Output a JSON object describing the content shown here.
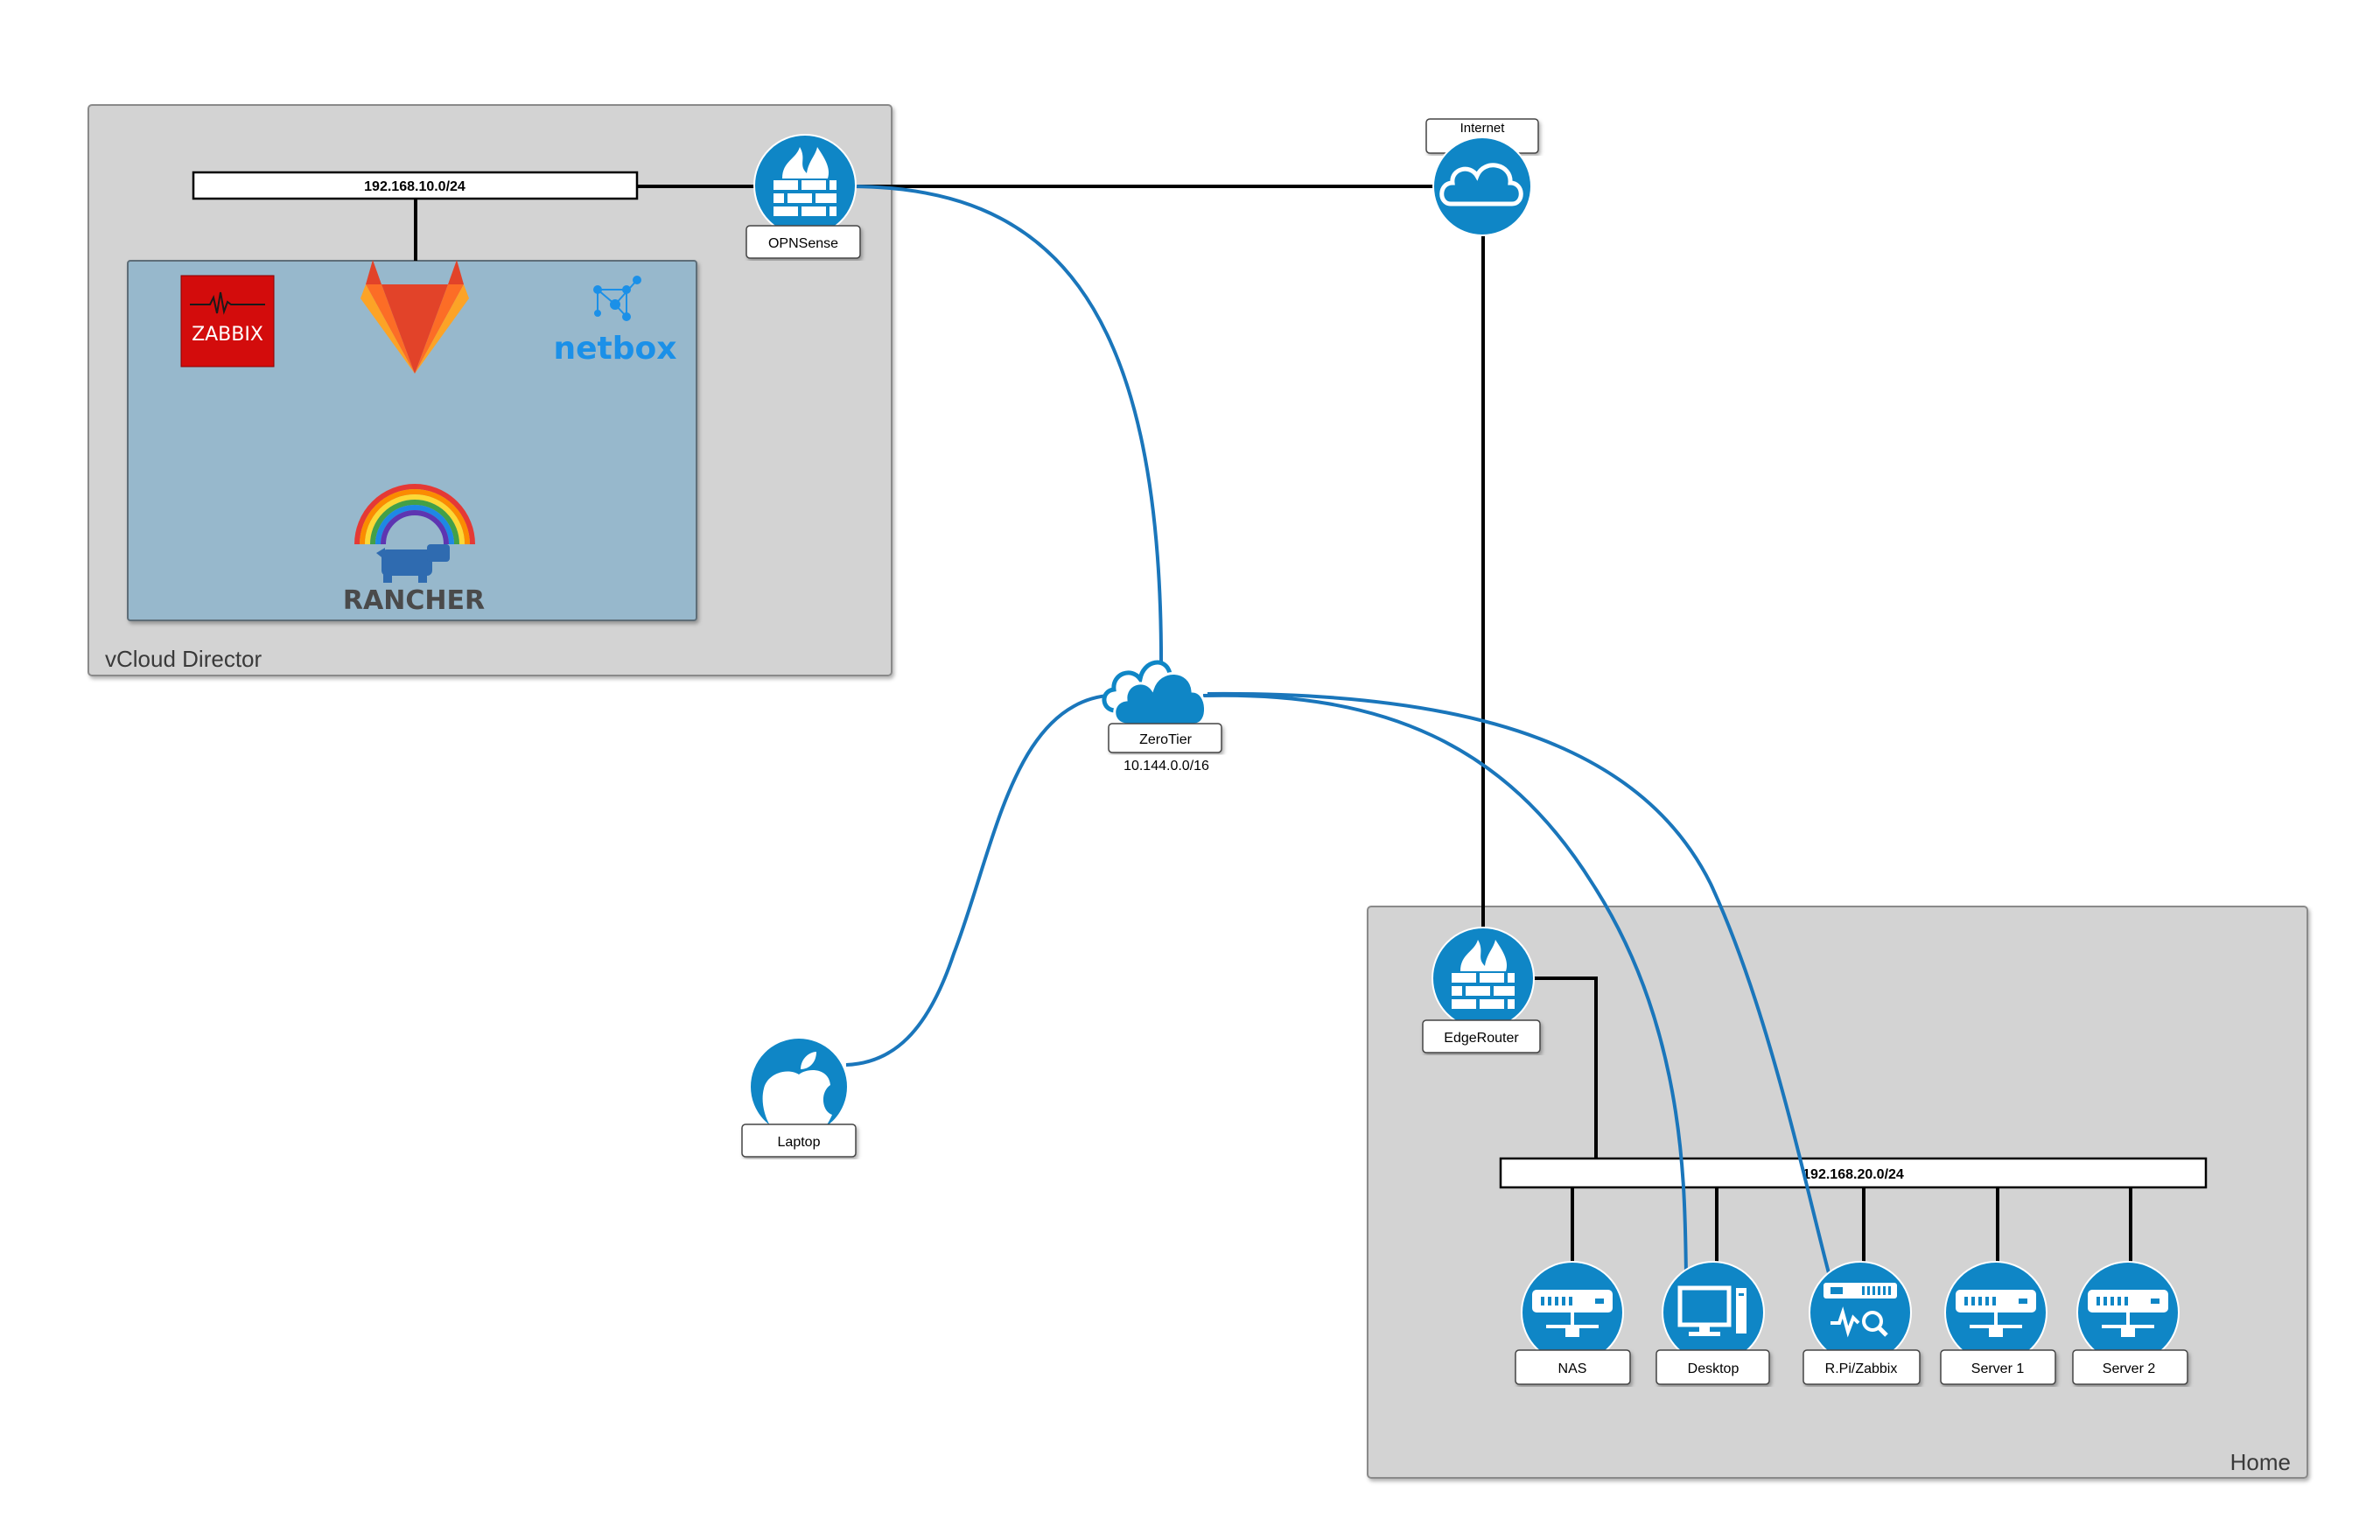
{
  "zones": {
    "vcloud": {
      "label": "vCloud Director"
    },
    "home": {
      "label": "Home"
    }
  },
  "subnets": {
    "cloud": "192.168.10.0/24",
    "home": "192.168.20.0/24"
  },
  "nodes": {
    "opnsense": {
      "label": "OPNSense",
      "icon": "firewall-icon"
    },
    "internet": {
      "label": "Internet",
      "icon": "cloud-icon"
    },
    "zerotier": {
      "label": "ZeroTier",
      "subnet": "10.144.0.0/16",
      "icon": "cloud-icon"
    },
    "edgerouter": {
      "label": "EdgeRouter",
      "icon": "firewall-icon"
    },
    "laptop": {
      "label": "Laptop",
      "icon": "apple-icon"
    },
    "nas": {
      "label": "NAS",
      "icon": "server-icon"
    },
    "desktop": {
      "label": "Desktop",
      "icon": "desktop-icon"
    },
    "rpi": {
      "label": "R.Pi/Zabbix",
      "icon": "monitor-server-icon"
    },
    "server1": {
      "label": "Server 1",
      "icon": "server-icon"
    },
    "server2": {
      "label": "Server 2",
      "icon": "server-icon"
    }
  },
  "apps": {
    "zabbix": "ZABBIX",
    "netbox": "netbox",
    "rancher": "RANCHER"
  },
  "colors": {
    "node_blue": "#0f86c6",
    "vpn_link": "#1a76bb",
    "zone_gray": "#d3d3d3",
    "app_panel": "#97b8cc",
    "zabbix_red": "#d30c0c",
    "netbox_blue": "#1b90e8"
  }
}
